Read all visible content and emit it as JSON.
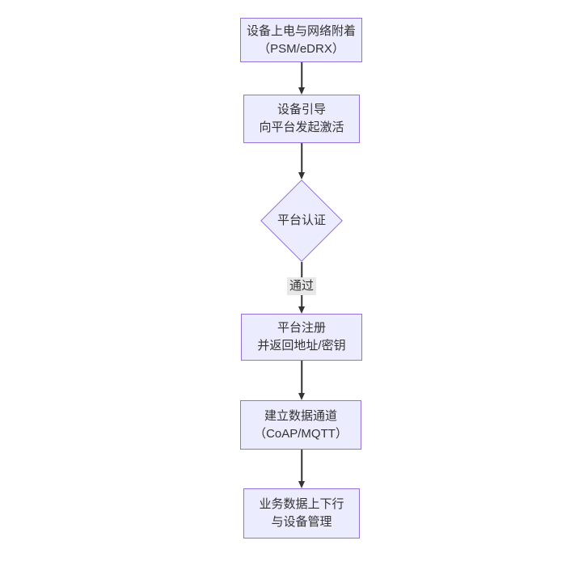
{
  "diagram": {
    "type": "flowchart",
    "direction": "top-down",
    "nodes": [
      {
        "id": "A",
        "shape": "rect",
        "lines": [
          "设备上电与网络附着",
          "（PSM/eDRX）"
        ]
      },
      {
        "id": "B",
        "shape": "rect",
        "lines": [
          "设备引导",
          "向平台发起激活"
        ]
      },
      {
        "id": "C",
        "shape": "diamond",
        "lines": [
          "平台认证"
        ]
      },
      {
        "id": "D",
        "shape": "rect",
        "lines": [
          "平台注册",
          "并返回地址/密钥"
        ]
      },
      {
        "id": "E",
        "shape": "rect",
        "lines": [
          "建立数据通道",
          "（CoAP/MQTT）"
        ]
      },
      {
        "id": "F",
        "shape": "rect",
        "lines": [
          "业务数据上下行",
          "与设备管理"
        ]
      }
    ],
    "edges": [
      {
        "from": "A",
        "to": "B",
        "label": ""
      },
      {
        "from": "B",
        "to": "C",
        "label": ""
      },
      {
        "from": "C",
        "to": "D",
        "label": "通过"
      },
      {
        "from": "D",
        "to": "E",
        "label": ""
      },
      {
        "from": "E",
        "to": "F",
        "label": ""
      }
    ],
    "colors": {
      "node_fill": "#ECECFF",
      "node_border": "#9370DB",
      "text": "#333333",
      "edge_line": "#333333",
      "edge_label_bg": "#e8e8e8",
      "background": "#ffffff"
    }
  }
}
